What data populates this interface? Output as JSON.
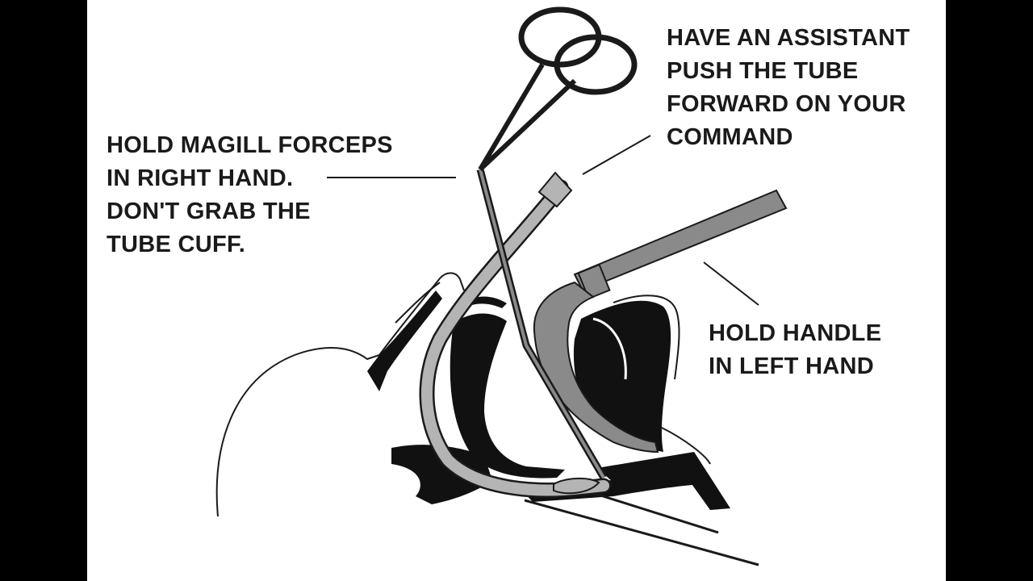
{
  "callouts": {
    "forceps": {
      "lines": [
        "HOLD MAGILL FORCEPS",
        "IN RIGHT HAND.",
        "DON'T GRAB THE",
        "TUBE CUFF."
      ]
    },
    "assistant": {
      "lines": [
        "HAVE AN ASSISTANT",
        "PUSH THE TUBE",
        "FORWARD ON YOUR",
        "COMMAND"
      ]
    },
    "handle": {
      "lines": [
        "HOLD HANDLE",
        "IN LEFT HAND"
      ]
    }
  },
  "colors": {
    "background": "#000000",
    "panel": "#ffffff",
    "ink": "#1a1a1a",
    "tube": "#b4b4b4",
    "blade": "#8a8a8a",
    "tissue": "#111111"
  }
}
